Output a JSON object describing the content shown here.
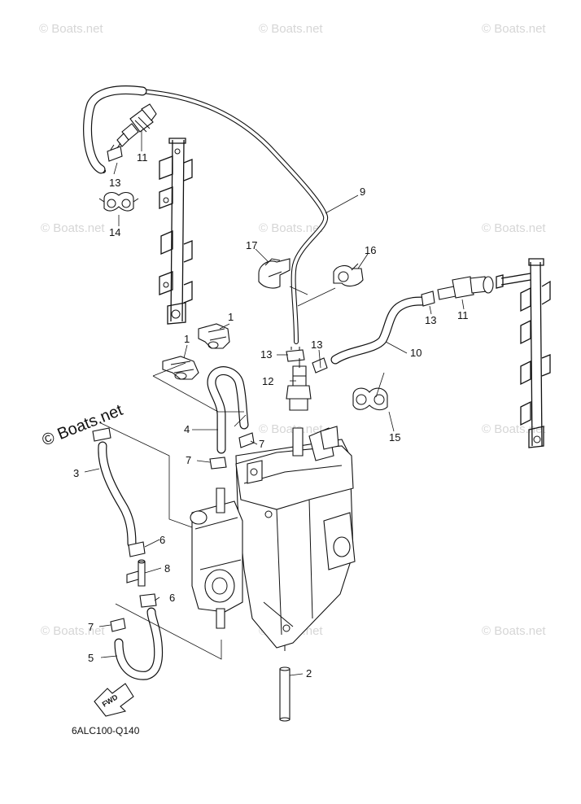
{
  "watermark": {
    "text": "© Boats.net"
  },
  "diagram_code": "6ALC100-Q140",
  "direction_label": "FWD",
  "callouts": {
    "c1a": "1",
    "c1b": "1",
    "c2": "2",
    "c3": "3",
    "c4": "4",
    "c5": "5",
    "c6a": "6",
    "c6b": "6",
    "c7a": "7",
    "c7b": "7",
    "c7c": "7",
    "c8": "8",
    "c9": "9",
    "c10": "10",
    "c11a": "11",
    "c11b": "11",
    "c12": "12",
    "c13a": "13",
    "c13b": "13",
    "c13c": "13",
    "c13d": "13",
    "c14": "14",
    "c15": "15",
    "c16": "16",
    "c17": "17"
  }
}
